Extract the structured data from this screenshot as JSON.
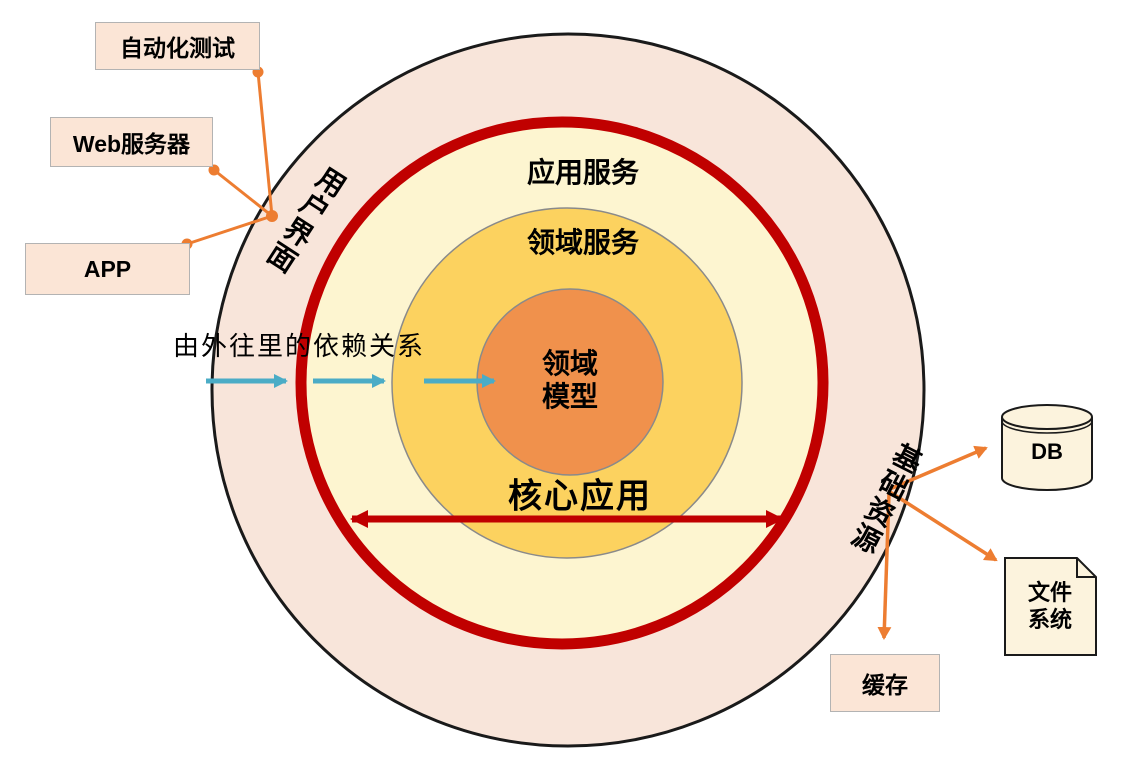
{
  "diagram": {
    "rings": {
      "outer_label_left": "用户界面",
      "outer_label_right": "基础资源",
      "application_services": "应用服务",
      "domain_services": "领域服务",
      "domain_model_line1": "领域",
      "domain_model_line2": "模型",
      "core_application": "核心应用"
    },
    "dependency_note": "由外往里的依赖关系",
    "left_nodes": [
      {
        "label": "自动化测试"
      },
      {
        "label": "Web服务器"
      },
      {
        "label": "APP"
      }
    ],
    "right_nodes": {
      "db": "DB",
      "file_system_line1": "文件",
      "file_system_line2": "系统",
      "cache": "缓存"
    },
    "colors": {
      "outer_ring_fill": "#F8E5DA",
      "red_ring": "#C00000",
      "cream_fill": "#FDF5D0",
      "yellow_fill": "#FCD25F",
      "orange_fill": "#F0914C",
      "connector_orange": "#ED7D31",
      "arrow_cyan": "#4BACC6",
      "node_fill": "#FBE5D6",
      "icon_fill": "#FCF3DD"
    }
  }
}
